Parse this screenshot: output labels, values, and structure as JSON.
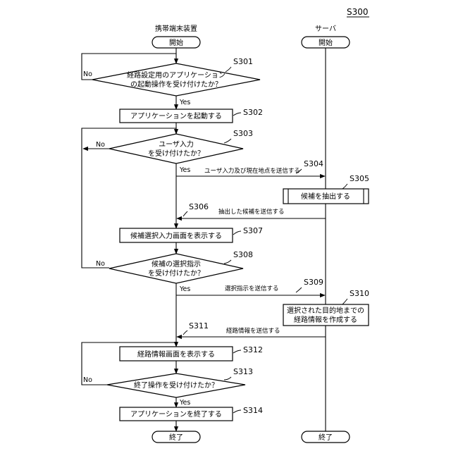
{
  "figure_label": "S300",
  "lanes": {
    "terminal": "携帯端末装置",
    "server": "サーバ"
  },
  "terminal": {
    "start": "開始",
    "s301": {
      "id": "S301",
      "line1": "経路設定用のアプリケーション",
      "line2": "の起動操作を受け付けたか？"
    },
    "s302": {
      "id": "S302",
      "text": "アプリケーションを起動する"
    },
    "s303": {
      "id": "S303",
      "line1": "ユーザ入力",
      "line2": "を受け付けたか？"
    },
    "s307": {
      "id": "S307",
      "text": "候補選択入力画面を表示する"
    },
    "s308": {
      "id": "S308",
      "line1": "候補の選択指示",
      "line2": "を受け付けたか？"
    },
    "s312": {
      "id": "S312",
      "text": "経路情報画面を表示する"
    },
    "s313": {
      "id": "S313",
      "text": "終了操作を受け付けたか？"
    },
    "s314": {
      "id": "S314",
      "text": "アプリケーションを終了する"
    },
    "end": "終了"
  },
  "server": {
    "start": "開始",
    "s305": {
      "id": "S305",
      "text": "候補を抽出する"
    },
    "s310": {
      "id": "S310",
      "line1": "選択された目的地までの",
      "line2": "経路情報を作成する"
    },
    "end": "終了"
  },
  "messages": {
    "s304": {
      "id": "S304",
      "text": "ユーザ入力及び現在地点を送信する"
    },
    "s306": {
      "id": "S306",
      "text": "抽出した候補を送信する"
    },
    "s309": {
      "id": "S309",
      "text": "選択指示を送信する"
    },
    "s311": {
      "id": "S311",
      "text": "経路情報を送信する"
    }
  },
  "yes_label": "Yes",
  "no_label": "No"
}
